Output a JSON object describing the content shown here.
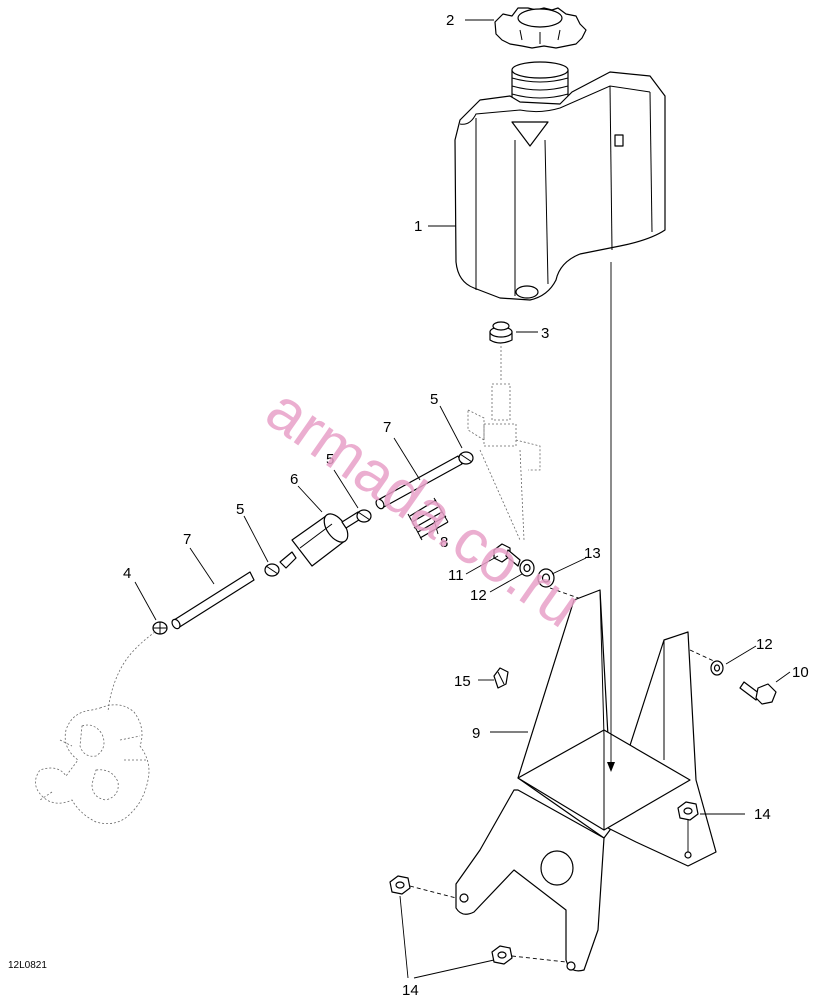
{
  "figure_code": "12L0821",
  "watermark": "armada.co.ru",
  "callouts": {
    "c1": "1",
    "c2": "2",
    "c3": "3",
    "c4": "4",
    "c5a": "5",
    "c5b": "5",
    "c5c": "5",
    "c6": "6",
    "c7a": "7",
    "c7b": "7",
    "c8": "8",
    "c9": "9",
    "c10": "10",
    "c11": "11",
    "c12a": "12",
    "c12b": "12",
    "c13": "13",
    "c14a": "14",
    "c14b": "14",
    "c15": "15"
  },
  "colors": {
    "watermark": "#e8a0c8",
    "line": "#000000"
  }
}
